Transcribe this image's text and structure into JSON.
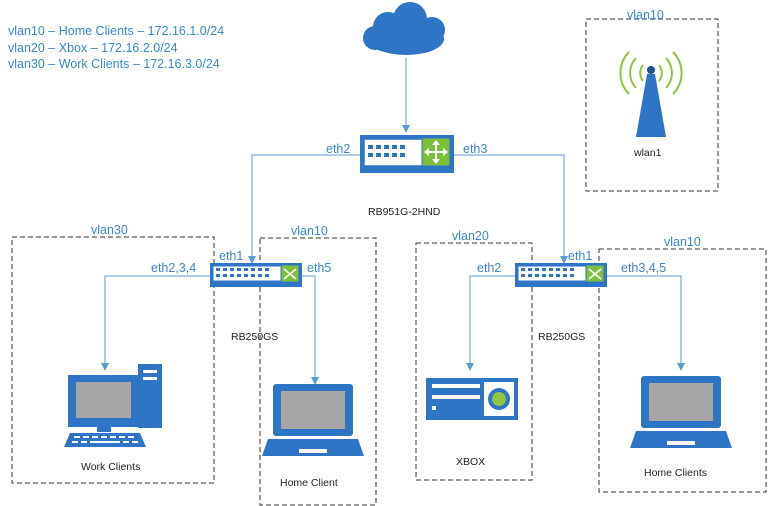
{
  "notes": [
    "vlan10 – Home Clients – 172.16.1.0/24",
    "vlan20 – Xbox – 172.16.2.0/24",
    "vlan30 – Work Clients – 172.16.3.0/24"
  ],
  "router": {
    "name": "RB951G-2HND",
    "port_left": "eth2",
    "port_right": "eth3"
  },
  "switch_left": {
    "name": "RB250GS",
    "uplink": "eth1",
    "port_a": "eth2,3,4",
    "port_b": "eth5"
  },
  "switch_right": {
    "name": "RB250GS",
    "uplink": "eth1",
    "port_a": "eth2",
    "port_b": "eth3,4,5"
  },
  "zones": {
    "wlan_vlan": "vlan10",
    "left_a_vlan": "vlan30",
    "left_b_vlan": "vlan10",
    "right_a_vlan": "vlan20",
    "right_b_vlan": "vlan10"
  },
  "devices": {
    "wlan": "wlan1",
    "work": "Work Clients",
    "home_left": "Home Client",
    "xbox": "XBOX",
    "home_right": "Home Clients"
  },
  "colors": {
    "accent": "#3b87c9",
    "icon_fill": "#2e75c5",
    "link": "#5b9bd5",
    "wifi_green": "#8ec63f"
  }
}
